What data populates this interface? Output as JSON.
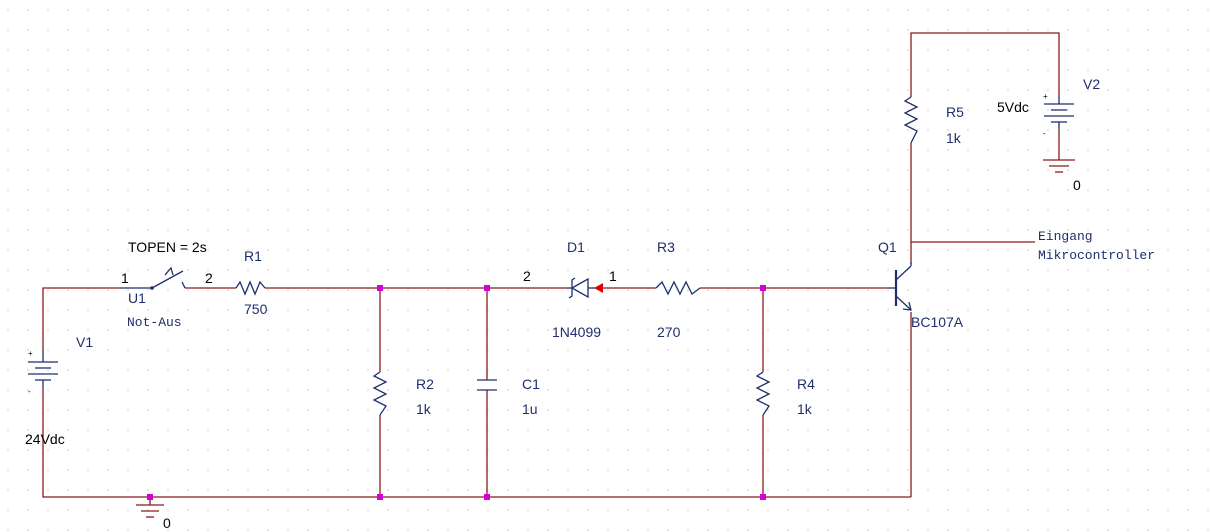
{
  "colors": {
    "wire": "#8b1a1a",
    "symbol": "#1f2f6e",
    "junction": "#d400d4",
    "grid": "#c8c8c8"
  },
  "components": {
    "v1": {
      "ref": "V1",
      "value": "24Vdc",
      "plus": "+",
      "minus": "-"
    },
    "v2": {
      "ref": "V2",
      "value": "5Vdc",
      "plus": "+",
      "minus": "-"
    },
    "u1": {
      "ref": "U1",
      "value": "Not-Aus",
      "param": "TOPEN = 2s",
      "pin1": "1",
      "pin2": "2"
    },
    "r1": {
      "ref": "R1",
      "value": "750"
    },
    "r2": {
      "ref": "R2",
      "value": "1k"
    },
    "r3": {
      "ref": "R3",
      "value": "270"
    },
    "r4": {
      "ref": "R4",
      "value": "1k"
    },
    "r5": {
      "ref": "R5",
      "value": "1k"
    },
    "c1": {
      "ref": "C1",
      "value": "1u"
    },
    "d1": {
      "ref": "D1",
      "value": "1N4099",
      "pin1": "1",
      "pin2": "2"
    },
    "q1": {
      "ref": "Q1",
      "value": "BC107A"
    }
  },
  "grounds": {
    "gnd_main": "0",
    "gnd_v2": "0"
  },
  "net_label": {
    "line1": "Eingang",
    "line2": "Mikrocontroller"
  }
}
